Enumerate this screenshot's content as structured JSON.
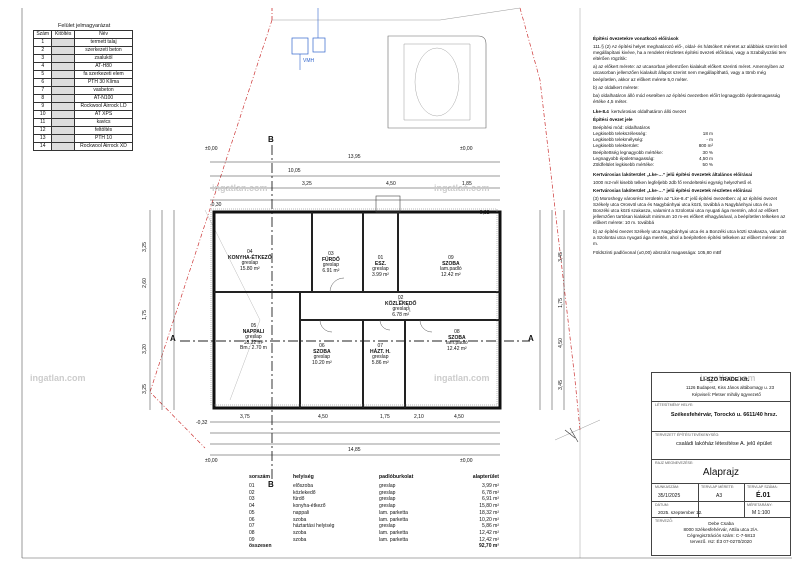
{
  "legend": {
    "title": "Felület jelmagyarázat",
    "headers": [
      "Szám",
      "Kitöltés",
      "Név"
    ],
    "rows": [
      {
        "no": "1",
        "name": "termett talaj"
      },
      {
        "no": "2",
        "name": "szerkezeti beton"
      },
      {
        "no": "3",
        "name": "zsaluköl"
      },
      {
        "no": "4",
        "name": "AT-H80"
      },
      {
        "no": "5",
        "name": "fa szerkezeti elem"
      },
      {
        "no": "6",
        "name": "PTH 30 Klíma"
      },
      {
        "no": "7",
        "name": "vasbeton"
      },
      {
        "no": "8",
        "name": "AT-N100"
      },
      {
        "no": "9",
        "name": "Rockwool Airrock LD"
      },
      {
        "no": "10",
        "name": "AT XPS"
      },
      {
        "no": "11",
        "name": "kavics"
      },
      {
        "no": "12",
        "name": "feltöltés"
      },
      {
        "no": "13",
        "name": "PTH 10"
      },
      {
        "no": "14",
        "name": "Rockwool Airrock XD"
      }
    ]
  },
  "site": {
    "vmh_label": "VMH"
  },
  "rooms": [
    {
      "no": "04",
      "name": "KONYHA-ÉTKEZŐ",
      "floor": "greslap",
      "area": "15.80 m²"
    },
    {
      "no": "03",
      "name": "FÜRDŐ",
      "floor": "greslap",
      "area": "6.91 m²"
    },
    {
      "no": "01",
      "name": "ESZ.",
      "floor": "greslap",
      "area": "3.99 m²"
    },
    {
      "no": "09",
      "name": "SZOBA",
      "floor": "lam.padló",
      "area": "12.42 m²"
    },
    {
      "no": "02",
      "name": "KÖZLEKEDŐ",
      "floor": "greslap",
      "area": "6.78 m²"
    },
    {
      "no": "05",
      "name": "NAPPALI",
      "floor": "greslap",
      "area": "18.32 m²"
    },
    {
      "no": "06",
      "name": "SZOBA",
      "floor": "greslap",
      "area": "10.20 m²"
    },
    {
      "no": "07",
      "name": "HÁZT. H.",
      "floor": "greslap",
      "area": "5.86 m²"
    },
    {
      "no": "08",
      "name": "SZOBA",
      "floor": "lam.padló",
      "area": "12.42 m²"
    }
  ],
  "room_extra": {
    "nappali_height": "Bm.: 2.70 m"
  },
  "dimensions": {
    "top_total": "13,95",
    "bottom_total": "14,85",
    "top_row": [
      "10,05",
      "3,25",
      "4,50",
      "1,85"
    ],
    "left_side": [
      "3,25",
      "2,60",
      "1,75",
      "3,20",
      "3,25"
    ],
    "right_side": [
      "3,45",
      "1,75",
      "4,50",
      "3,45"
    ],
    "bottom_row": [
      "3,75",
      "4,50",
      "1,75",
      "2,10",
      "4,50"
    ],
    "levels": [
      "±0,00",
      "-0,32",
      "-0,30",
      "-0,45"
    ],
    "section": "A",
    "section_b": "B"
  },
  "spec": {
    "heading": "Építési övezetekre vonatkozó előírások",
    "p1": "111.§ (2) Az építési helyet meghatározó elő-, oldal- és hátsókert méretet az alábbiak szerint kell megállapítani kivéve, ha a rendelet részletes építési övezeti előírásai, vagy a Szabályozási terv eltérően rögzítik:",
    "p2": "a) az előkert mérete: az utcasorban jellemzően kialakult előkert szerinti méret. Amennyiben az utcasorban jellemzően kialakult állapot szerint nem megállapítható, vagy a tömb még beépítetlen, akkor az előkert mérete 5,0 méter.",
    "p3": "b) az oldalkert mérete:",
    "p4": "ba) oldalhatáron álló mód esetében az építési övezetben előírt legnagyobb épületmagasság értéke 4,5 méter.",
    "zone_title": "Lke-8.4",
    "zone_desc": "kertvárosias oldalhatáron álló övezet",
    "zone_sub": "Építési övezet jele",
    "params": [
      [
        "Beépítési mód: oldalhatáros",
        ""
      ],
      [
        "Legkisebb telekszélesség:",
        "18 m"
      ],
      [
        "Legkisebb telekmélység:",
        "- m"
      ],
      [
        "Legkisebb telekterület:",
        "800 m²"
      ],
      [
        "Beépítettség legnagyobb mértéke:",
        "30 %"
      ],
      [
        "Legnagyobb épületmagasság:",
        "4,50 m"
      ],
      [
        "Zöldfelület legkisebb mértéke:",
        "50 %"
      ]
    ],
    "p5_title": "Kertvárosias lakóterület „Lke-…” jelű építési övezetek általános előírásai",
    "p5": "1000 m2-nél kisebb telken legfeljebb 2db fő rendeltetési egység helyezhető el.",
    "p6_title": "Kertvárosias lakóterület „Lke-…” jelű építési övezetek részletes előírásai",
    "p6": "(3) Moroshegy városrész területén az \"Lke-8.4\" jelű építési övezetben: a) az építési övezet Székely utca Orosvöl utca és Nagybánhyai utca közti, továbbá a Nagybánhyai utca és a Bonzéki utca közti szakasza, valamint a Szolontai utca nyugati ága mentén, ahol az előkert jellemzően tartósan kialakult minimum 10 m-es előkert elhagyásával, a beépítetlen telkeken az előkert mérete: 10 m. továbbá",
    "p7": "b) az építési övezet Székely utca Nagybánhyai utca és a Bonzéki utca közti szakasza, valamint a Szolontai utca nyugati ága mentén, ahol a beépítetlen építési telkeken az előkert mérete: 10 m.",
    "p8": "Földszinti padlóvonal (±0,00) abszolút magassága: 105,80 mBf"
  },
  "titleblock": {
    "company": "LI-SZO TRADE Kft.",
    "company_addr": "1126 Budapest, Kiss János altábornagy u. 23",
    "company_rep": "Képviseli: Pletser mihály ügyvezető",
    "location_label": "LÉTESÍTMÉNY HELYE:",
    "location": "Székesfehérvár, Torockó u. 6611/40 hrsz.",
    "project_label": "TERVEZETT ÉPÍTÉSI TEVÉKENYSÉG:",
    "project": "családi lakóház létesítése A. jelű épület",
    "plan_label": "RAJZ MEGNEVEZÉSE:",
    "plan": "Alaprajz",
    "job_label": "MUNKASZÁM:",
    "job": "35/1/2025",
    "size_label": "TERVLAP MÉRETE:",
    "size": "A3",
    "sheet_label": "TERVLAP SZÁMA:",
    "sheet": "É.01",
    "date_label": "DÁTUM:",
    "date": "2025. szeptember 12.",
    "scale_label": "MÉRETARÁNY:",
    "scale": "M 1:100",
    "designer": "Debe Csaba",
    "designer_addr": "8000 Székesfehérvár, Attila utca 2/A.",
    "designer_reg": "Cégregisztrációs szám: C-7-5813",
    "designer_lic": "tervező. rsz: É3 07-0270/2020",
    "signer_label": "TERVEZŐ:"
  },
  "area_table": {
    "headers": [
      "sorszám",
      "helyiség",
      "padlóburkolat",
      "alapterület"
    ],
    "rows": [
      [
        "01",
        "előszoba",
        "greslap",
        "3,99 m²"
      ],
      [
        "02",
        "közlekedő",
        "greslap",
        "6,78 m²"
      ],
      [
        "03",
        "fürdő",
        "greslap",
        "6,91 m²"
      ],
      [
        "04",
        "konyha-étkező",
        "greslap",
        "15,80 m²"
      ],
      [
        "05",
        "nappali",
        "lam. parketta",
        "18,32 m²"
      ],
      [
        "06",
        "szoba",
        "lam. parketta",
        "10,20 m²"
      ],
      [
        "07",
        "háztartási helyiség",
        "greslap",
        "5,86 m²"
      ],
      [
        "08",
        "szoba",
        "lam. parketta",
        "12,42 m²"
      ],
      [
        "09",
        "szoba",
        "lam. parketta",
        "12,42 m²"
      ]
    ],
    "total_label": "összesen",
    "total": "92,70 m²"
  },
  "watermark": "ingatlan.com"
}
